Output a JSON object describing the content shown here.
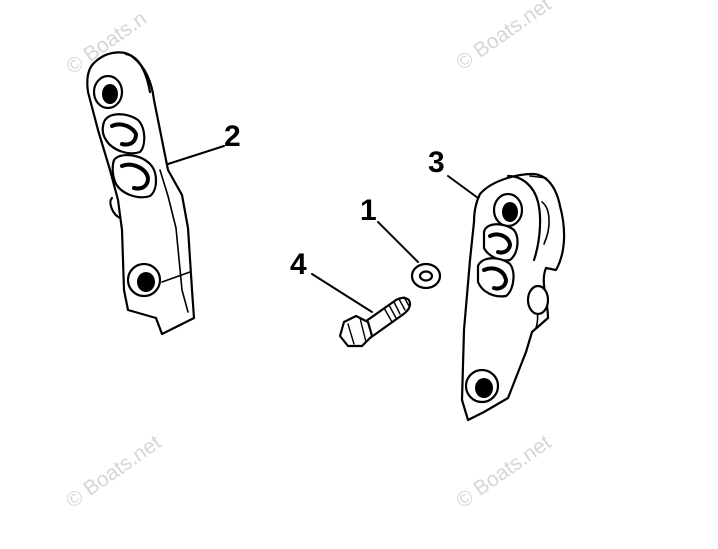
{
  "watermark": {
    "text": "© Boats.net",
    "text_partial": "© Boats.n",
    "color": "#d6d6d6"
  },
  "callouts": [
    {
      "label": "1",
      "part": "washer"
    },
    {
      "label": "2",
      "part": "bracket-left"
    },
    {
      "label": "3",
      "part": "bracket-right"
    },
    {
      "label": "4",
      "part": "bolt"
    }
  ],
  "style": {
    "line_color": "#000000",
    "background": "#ffffff"
  }
}
